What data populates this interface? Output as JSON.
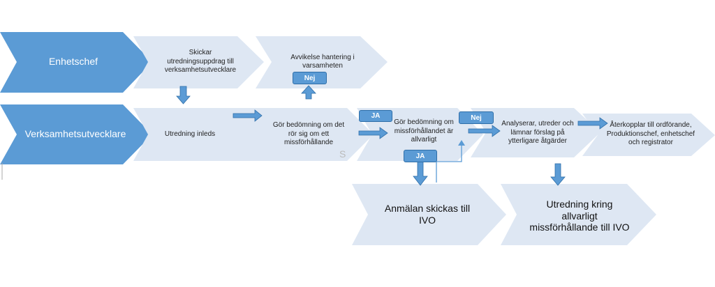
{
  "lanes": {
    "enhetschef": "Enhetschef",
    "verksamhetsutvecklare": "Verksamhetsutvecklare"
  },
  "steps": {
    "skickar": "Skickar utredningsuppdrag till verksamhetsutvecklare",
    "avvikelse": "Avvikelse hantering i varsamheten",
    "utredning_inleds": "Utredning inleds",
    "gor_bedomning_1": "Gör bedömning om det rör sig om ett missförhållande",
    "gor_bedomning_2": "Gör bedömning om missförhållandet är allvarligt",
    "analyserar": "Analyserar, utreder och lämnar förslag på ytterligare åtgärder",
    "aterkopplar": "Återkopplar till ordförande, Produktionschef, enhetschef och registrator",
    "anmalan": "Anmälan skickas till IVO",
    "utredning_kring": "Utredning kring allvarligt missförhållande till IVO"
  },
  "badges": {
    "nej_1": "Nej",
    "ja_1": "JA",
    "ja_2": "JA",
    "nej_2": "Nej"
  },
  "stray": {
    "s": "S"
  },
  "colors": {
    "lane_head": "#5b9bd5",
    "step_fill": "#dee7f3",
    "arrow": "#5b9bd5",
    "arrow_edge": "#2e6ea8",
    "badge": "#5b9bd5"
  }
}
